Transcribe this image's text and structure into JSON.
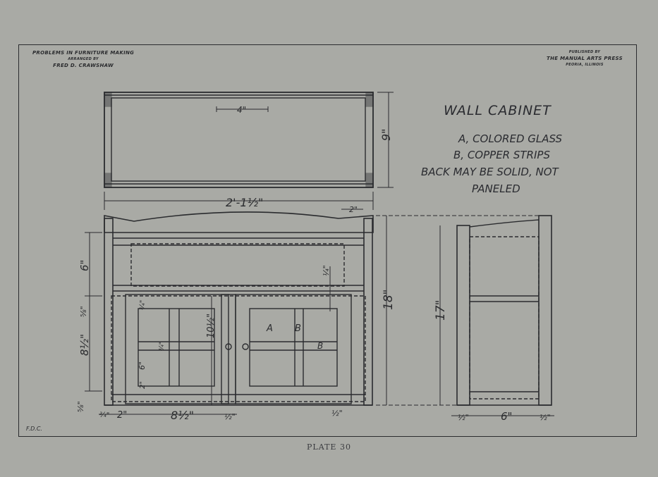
{
  "header_left": {
    "line1": "PROBLEMS IN FURNITURE MAKING",
    "line2": "ARRANGED BY",
    "line3": "FRED D. CRAWSHAW"
  },
  "header_right": {
    "line1": "PUBLISHED BY",
    "line2": "THE MANUAL ARTS PRESS",
    "line3": "PEORIA, ILLINOIS"
  },
  "title": "WALL CABINET",
  "notes": [
    "A, COLORED GLASS",
    "B, COPPER STRIPS",
    "BACK MAY BE SOLID, NOT",
    "PANELED"
  ],
  "dimensions": {
    "top_inner": "4\"",
    "depth": "9\"",
    "overall_width": "2'-1½\"",
    "top_overhang": "2\"",
    "height": "18\"",
    "side_height": "17\"",
    "upper_opening": "6\"",
    "shelf_gap": "⅝\"",
    "lower_opening": "8½\"",
    "bottom_gap": "⅝\"",
    "stile": "¾\"",
    "rail_left": "2\"",
    "door_width": "8½\"",
    "center_gap": "½\"",
    "door_height": "10½\"",
    "muntin_gap": "6\"",
    "rail": "2\"",
    "muntin": "¾\"",
    "thin_a": "¼\"",
    "bottom_thick": "½\"",
    "side_left": "½\"",
    "side_depth": "6\"",
    "side_right": "½\""
  },
  "labels": {
    "glass": "A",
    "strip": "B"
  },
  "initials": "F.D.C.",
  "caption": "PLATE 30"
}
